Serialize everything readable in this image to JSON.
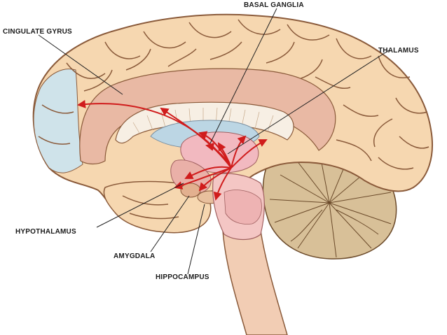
{
  "labels": {
    "basal_ganglia": "BASAL GANGLIA",
    "cingulate_gyrus": "CINGULATE GYRUS",
    "thalamus": "THALAMUS",
    "hypothalamus": "HYPOTHALAMUS",
    "amygdala": "AMYGDALA",
    "hippocampus": "HIPPOCAMPUS"
  },
  "colors": {
    "cortex": "#f6d7b0",
    "cortex_outline": "#8a5a3a",
    "frontal_blue": "#cfe3ea",
    "cingulate": "#e9b9a4",
    "callosum": "#f7efe4",
    "ventricle": "#bcd6e4",
    "thalamus": "#f2b9c0",
    "brainstem": "#f4c6c4",
    "cerebellum": "#d8c098",
    "arrows": "#d01c1c"
  }
}
